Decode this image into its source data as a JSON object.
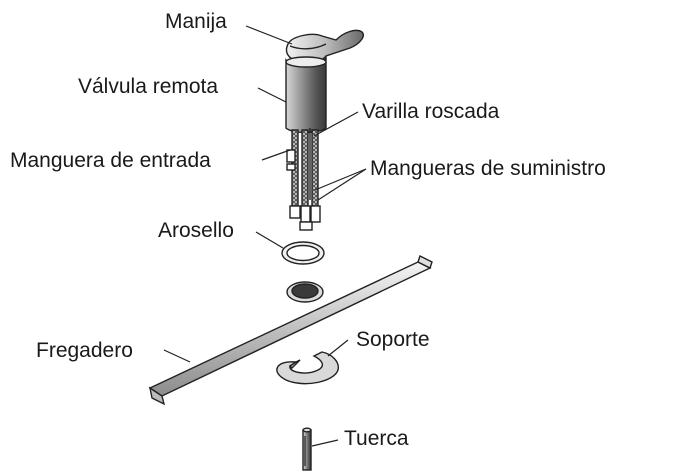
{
  "labels": {
    "handle": "Manija",
    "remote_valve": "Válvula remota",
    "threaded_rod": "Varilla roscada",
    "inlet_hose": "Manguera de entrada",
    "supply_hoses": "Mangueras de suministro",
    "o_ring": "Arosello",
    "sink": "Fregadero",
    "bracket": "Soporte",
    "nut": "Tuerca"
  },
  "colors": {
    "ink": "#222222",
    "body_dark": "#6e6e6e",
    "body_light": "#e6e6e6"
  }
}
